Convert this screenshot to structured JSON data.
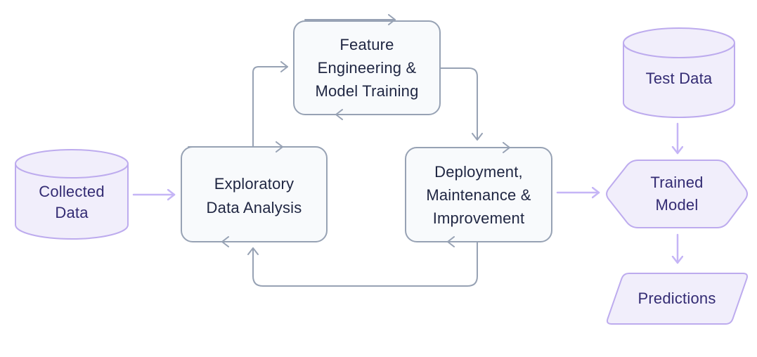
{
  "diagram": {
    "title": "Machine learning lifecycle flowchart",
    "colors": {
      "background": "#ffffff",
      "process_fill": "#f8fafc",
      "process_border": "#97a2b4",
      "process_text": "#1f2642",
      "data_fill": "#f1eefb",
      "data_border": "#bdabee",
      "data_text": "#332b73",
      "arrow_gray": "#97a2b4",
      "arrow_purple": "#c5b5f6"
    },
    "nodes": {
      "collected_data": {
        "label": "Collected\nData",
        "shape": "cylinder"
      },
      "eda": {
        "label": "Exploratory\nData Analysis",
        "shape": "rounded-rectangle"
      },
      "feature_engineering": {
        "label": "Feature\nEngineering &\nModel Training",
        "shape": "rounded-rectangle"
      },
      "deployment": {
        "label": "Deployment,\nMaintenance &\nImprovement",
        "shape": "rounded-rectangle"
      },
      "test_data": {
        "label": "Test Data",
        "shape": "cylinder"
      },
      "trained_model": {
        "label": "Trained\nModel",
        "shape": "hexagon"
      },
      "predictions": {
        "label": "Predictions",
        "shape": "parallelogram"
      }
    },
    "edges": [
      {
        "from": "collected_data",
        "to": "eda",
        "color": "purple"
      },
      {
        "from": "eda",
        "to": "feature_engineering",
        "color": "gray"
      },
      {
        "from": "feature_engineering",
        "to": "eda",
        "color": "gray"
      },
      {
        "from": "feature_engineering",
        "to": "deployment",
        "color": "gray"
      },
      {
        "from": "deployment",
        "to": "feature_engineering",
        "color": "gray"
      },
      {
        "from": "deployment",
        "to": "eda",
        "color": "gray"
      },
      {
        "from": "deployment",
        "to": "trained_model",
        "color": "purple"
      },
      {
        "from": "test_data",
        "to": "trained_model",
        "color": "purple"
      },
      {
        "from": "trained_model",
        "to": "predictions",
        "color": "purple"
      }
    ]
  }
}
